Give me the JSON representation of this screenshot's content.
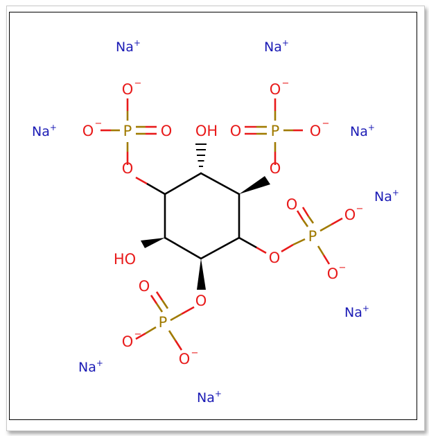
{
  "molecule": {
    "ions": [
      {
        "id": "na1",
        "label": "Na",
        "charge": "+"
      },
      {
        "id": "na2",
        "label": "Na",
        "charge": "+"
      },
      {
        "id": "na3",
        "label": "Na",
        "charge": "+"
      },
      {
        "id": "na4",
        "label": "Na",
        "charge": "+"
      },
      {
        "id": "na5",
        "label": "Na",
        "charge": "+"
      },
      {
        "id": "na6",
        "label": "Na",
        "charge": "+"
      },
      {
        "id": "na7",
        "label": "Na",
        "charge": "+"
      },
      {
        "id": "na8",
        "label": "Na",
        "charge": "+"
      }
    ],
    "atoms": {
      "oh_top": "OH",
      "ho_left": "HO",
      "o": "O",
      "o_minus": "O",
      "minus": "−",
      "p": "P"
    },
    "colors": {
      "sodium": "#1b1bb5",
      "oxygen": "#e81a1a",
      "phosphorus": "#a07a00",
      "bond": "#000000"
    }
  }
}
